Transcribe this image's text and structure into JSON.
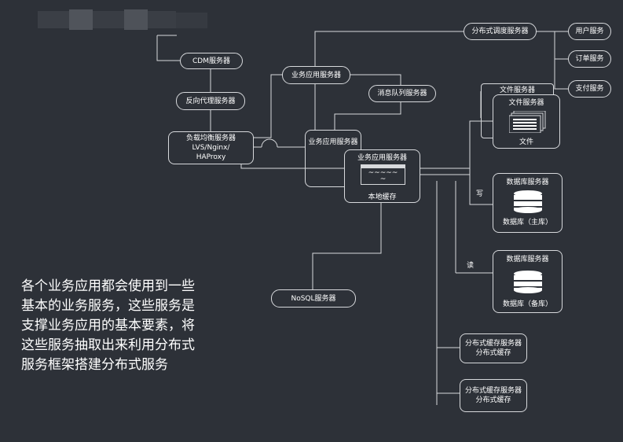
{
  "nodes": {
    "cdm": "CDM服务器",
    "reverse_proxy": "反向代理服务器",
    "load_balancer": {
      "line1": "负载均衡服务器",
      "line2": "LVS/Nginx/",
      "line3": "HAProxy"
    },
    "app_server_top": "业务应用服务器",
    "app_server_mid": "业务应用服务器",
    "app_server_front": "业务应用服务器",
    "local_cache_glyph": "~~~~~",
    "local_cache_glyph2": "~",
    "local_cache": "本地缓存",
    "message_queue": "消息队列服务器",
    "dispatch": "分布式调度服务器",
    "user_service": "用户服务",
    "order_service": "订单服务",
    "payment_service": "支付服务",
    "file_server_outer": "文件服务器",
    "file_server_inner": "文件服务器",
    "file_label": "文件",
    "db_master_title": "数据库服务器",
    "db_master": "数据库（主库）",
    "db_slave_title": "数据库服务器",
    "db_slave": "数据库（备库）",
    "nosql": "NoSQL服务器",
    "cache1_title": "分布式缓存服务器",
    "cache1_sub": "分布式缓存",
    "cache2_title": "分布式缓存服务器",
    "cache2_sub": "分布式缓存"
  },
  "edge_labels": {
    "write": "写",
    "read": "读"
  },
  "description": {
    "lines": [
      "各个业务应用都会使用到一些",
      "基本的业务服务，这些服务是",
      "支撑业务应用的基本要素，将",
      "这些服务抽取出来利用分布式",
      "服务框架搭建分布式服务"
    ]
  },
  "colors": {
    "background": "#2d3138",
    "line": "#d7d9dc",
    "text": "#ffffff"
  }
}
